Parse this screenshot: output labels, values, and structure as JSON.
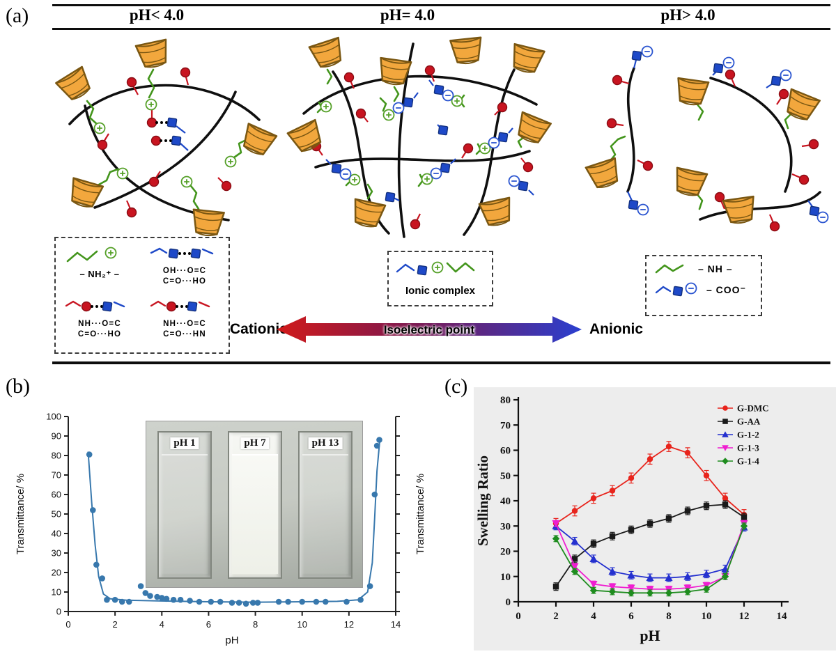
{
  "panel_a": {
    "label": "(a)",
    "headers": [
      "pH< 4.0",
      "pH= 4.0",
      "pH> 4.0"
    ],
    "cationic_label": "Cationic",
    "isoelectric_label": "Isoelectric point",
    "anionic_label": "Anionic",
    "left_box": {
      "nh2_label": "– NH₂⁺ –",
      "pair1_line1": "OH···O=C",
      "pair1_line2": "C=O···HO",
      "pair2_line1": "NH···O=C",
      "pair2_line2": "C=O···HO",
      "pair3_line1": "NH···O=C",
      "pair3_line2": "C=O···HN"
    },
    "ionic_complex_label": "Ionic complex",
    "right_box": {
      "nh_label": "– NH –",
      "coo_label": "– COO⁻"
    },
    "arrow_colors": [
      "#d11a1a",
      "#7c1850",
      "#2a3fd0"
    ]
  },
  "panel_b": {
    "label": "(b)",
    "inset_labels": [
      "pH 1",
      "pH 7",
      "pH 13"
    ]
  },
  "panel_c": {
    "label": "(c)"
  },
  "chart_data": [
    {
      "id": "chart-b",
      "type": "scatter",
      "xlabel": "pH",
      "ylabel_left": "Transmittance/ %",
      "ylabel_right": "Transmittance/ %",
      "xlim": [
        0,
        14
      ],
      "ylim": [
        0,
        100
      ],
      "xticks": [
        0,
        2,
        4,
        6,
        8,
        10,
        12,
        14
      ],
      "yticks": [
        0,
        10,
        20,
        30,
        40,
        50,
        60,
        70,
        80,
        90,
        100
      ],
      "point_color": "#3878ad",
      "points": [
        [
          0.9,
          80.5
        ],
        [
          1.05,
          52
        ],
        [
          1.2,
          24
        ],
        [
          1.45,
          17
        ],
        [
          1.65,
          6
        ],
        [
          2.0,
          6
        ],
        [
          2.3,
          5
        ],
        [
          2.6,
          5
        ],
        [
          3.1,
          13
        ],
        [
          3.3,
          9.5
        ],
        [
          3.5,
          8
        ],
        [
          3.8,
          7.5
        ],
        [
          4.0,
          7
        ],
        [
          4.2,
          6.5
        ],
        [
          4.5,
          6
        ],
        [
          4.8,
          6
        ],
        [
          5.2,
          5.5
        ],
        [
          5.6,
          5
        ],
        [
          6.1,
          5
        ],
        [
          6.5,
          5
        ],
        [
          7.0,
          4.5
        ],
        [
          7.3,
          4.5
        ],
        [
          7.6,
          4
        ],
        [
          7.9,
          4.5
        ],
        [
          8.1,
          4.5
        ],
        [
          9.0,
          5
        ],
        [
          9.4,
          5
        ],
        [
          10.0,
          5
        ],
        [
          10.6,
          5
        ],
        [
          11.0,
          5
        ],
        [
          11.9,
          5
        ],
        [
          12.5,
          6
        ],
        [
          12.9,
          13
        ],
        [
          13.1,
          60
        ],
        [
          13.2,
          85
        ],
        [
          13.3,
          88
        ]
      ],
      "curve": [
        [
          0.85,
          82
        ],
        [
          1.0,
          56
        ],
        [
          1.15,
          34
        ],
        [
          1.3,
          18
        ],
        [
          1.5,
          9
        ],
        [
          1.8,
          6.5
        ],
        [
          2.5,
          5.8
        ],
        [
          4,
          5.4
        ],
        [
          6,
          5
        ],
        [
          8,
          4.8
        ],
        [
          10,
          5
        ],
        [
          11.5,
          5.2
        ],
        [
          12.4,
          6
        ],
        [
          12.8,
          10
        ],
        [
          13.0,
          25
        ],
        [
          13.1,
          48
        ],
        [
          13.2,
          72
        ],
        [
          13.32,
          88
        ]
      ]
    },
    {
      "id": "chart-c",
      "type": "line",
      "xlabel": "pH",
      "ylabel": "Swelling Ratio",
      "xlim": [
        0,
        14
      ],
      "ylim": [
        0,
        80
      ],
      "xticks": [
        0,
        2,
        4,
        6,
        8,
        10,
        12,
        14
      ],
      "yticks": [
        0,
        10,
        20,
        30,
        40,
        50,
        60,
        70,
        80
      ],
      "legend_position": "top-right",
      "series": [
        {
          "name": "G-DMC",
          "color": "#e8241c",
          "marker": "circle",
          "x": [
            2,
            3,
            4,
            5,
            6,
            7,
            8,
            9,
            10,
            11,
            12
          ],
          "y": [
            31,
            36,
            41,
            44,
            49,
            56.5,
            61.5,
            59,
            50,
            41,
            34.5
          ],
          "err": 2
        },
        {
          "name": "G-AA",
          "color": "#1a1a1a",
          "marker": "square",
          "x": [
            2,
            3,
            4,
            5,
            6,
            7,
            8,
            9,
            10,
            11,
            12
          ],
          "y": [
            6,
            17,
            23,
            26,
            28.5,
            31,
            33,
            36,
            38,
            38.5,
            33.5
          ],
          "err": 1.5
        },
        {
          "name": "G-1-2",
          "color": "#2430cf",
          "marker": "triangle-up",
          "x": [
            2,
            3,
            4,
            5,
            6,
            7,
            8,
            9,
            10,
            11,
            12
          ],
          "y": [
            30,
            24,
            17,
            12,
            10.5,
            9.5,
            9.5,
            10,
            11,
            13,
            29.5
          ],
          "err": 1.5
        },
        {
          "name": "G-1-3",
          "color": "#ef1ed0",
          "marker": "triangle-down",
          "x": [
            2,
            3,
            4,
            5,
            6,
            7,
            8,
            9,
            10,
            11,
            12
          ],
          "y": [
            31,
            14,
            7,
            6,
            5.5,
            5,
            5,
            5.5,
            6.5,
            10,
            31
          ],
          "err": 1.2
        },
        {
          "name": "G-1-4",
          "color": "#1e8c1e",
          "marker": "diamond",
          "x": [
            2,
            3,
            4,
            5,
            6,
            7,
            8,
            9,
            10,
            11,
            12
          ],
          "y": [
            25,
            12,
            4.5,
            4,
            3.5,
            3.5,
            3.5,
            4,
            5,
            10,
            30
          ],
          "err": 1.2
        }
      ]
    }
  ]
}
